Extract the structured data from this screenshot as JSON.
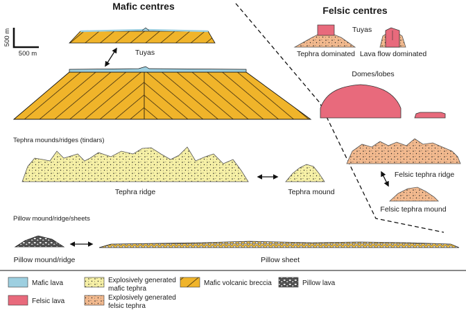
{
  "headers": {
    "mafic": "Mafic centres",
    "felsic": "Felsic centres"
  },
  "scale_bar": {
    "vertical": "500 m",
    "horizontal": "500 m"
  },
  "mafic": {
    "tuyas": "Tuyas",
    "tephra_section": "Tephra mounds/ridges (tindars)",
    "tephra_ridge": "Tephra ridge",
    "tephra_mound": "Tephra mound",
    "pillow_section": "Pillow mound/ridge/sheets",
    "pillow_mound": "Pillow mound/ridge",
    "pillow_sheet": "Pillow sheet"
  },
  "felsic": {
    "tuyas": "Tuyas",
    "tephra_dominated": "Tephra dominated",
    "lava_flow_dominated": "Lava flow dominated",
    "domes": "Domes/lobes",
    "tephra_ridge": "Felsic tephra ridge",
    "tephra_mound": "Felsic tephra mound"
  },
  "legend": [
    {
      "label": "Mafic lava",
      "color": "#9dcfe0"
    },
    {
      "label": "Explosively generated",
      "label2": "mafic tephra",
      "color": "#f6f0a6"
    },
    {
      "label": "Mafic volcanic breccia",
      "color": "#f0b42a"
    },
    {
      "label": "Pillow lava",
      "color": "#8a8a8a"
    },
    {
      "label": "Felsic lava",
      "color": "#e86a7c"
    },
    {
      "label": "Explosively generated",
      "label2": "felsic tephra",
      "color": "#f2b98e"
    }
  ]
}
